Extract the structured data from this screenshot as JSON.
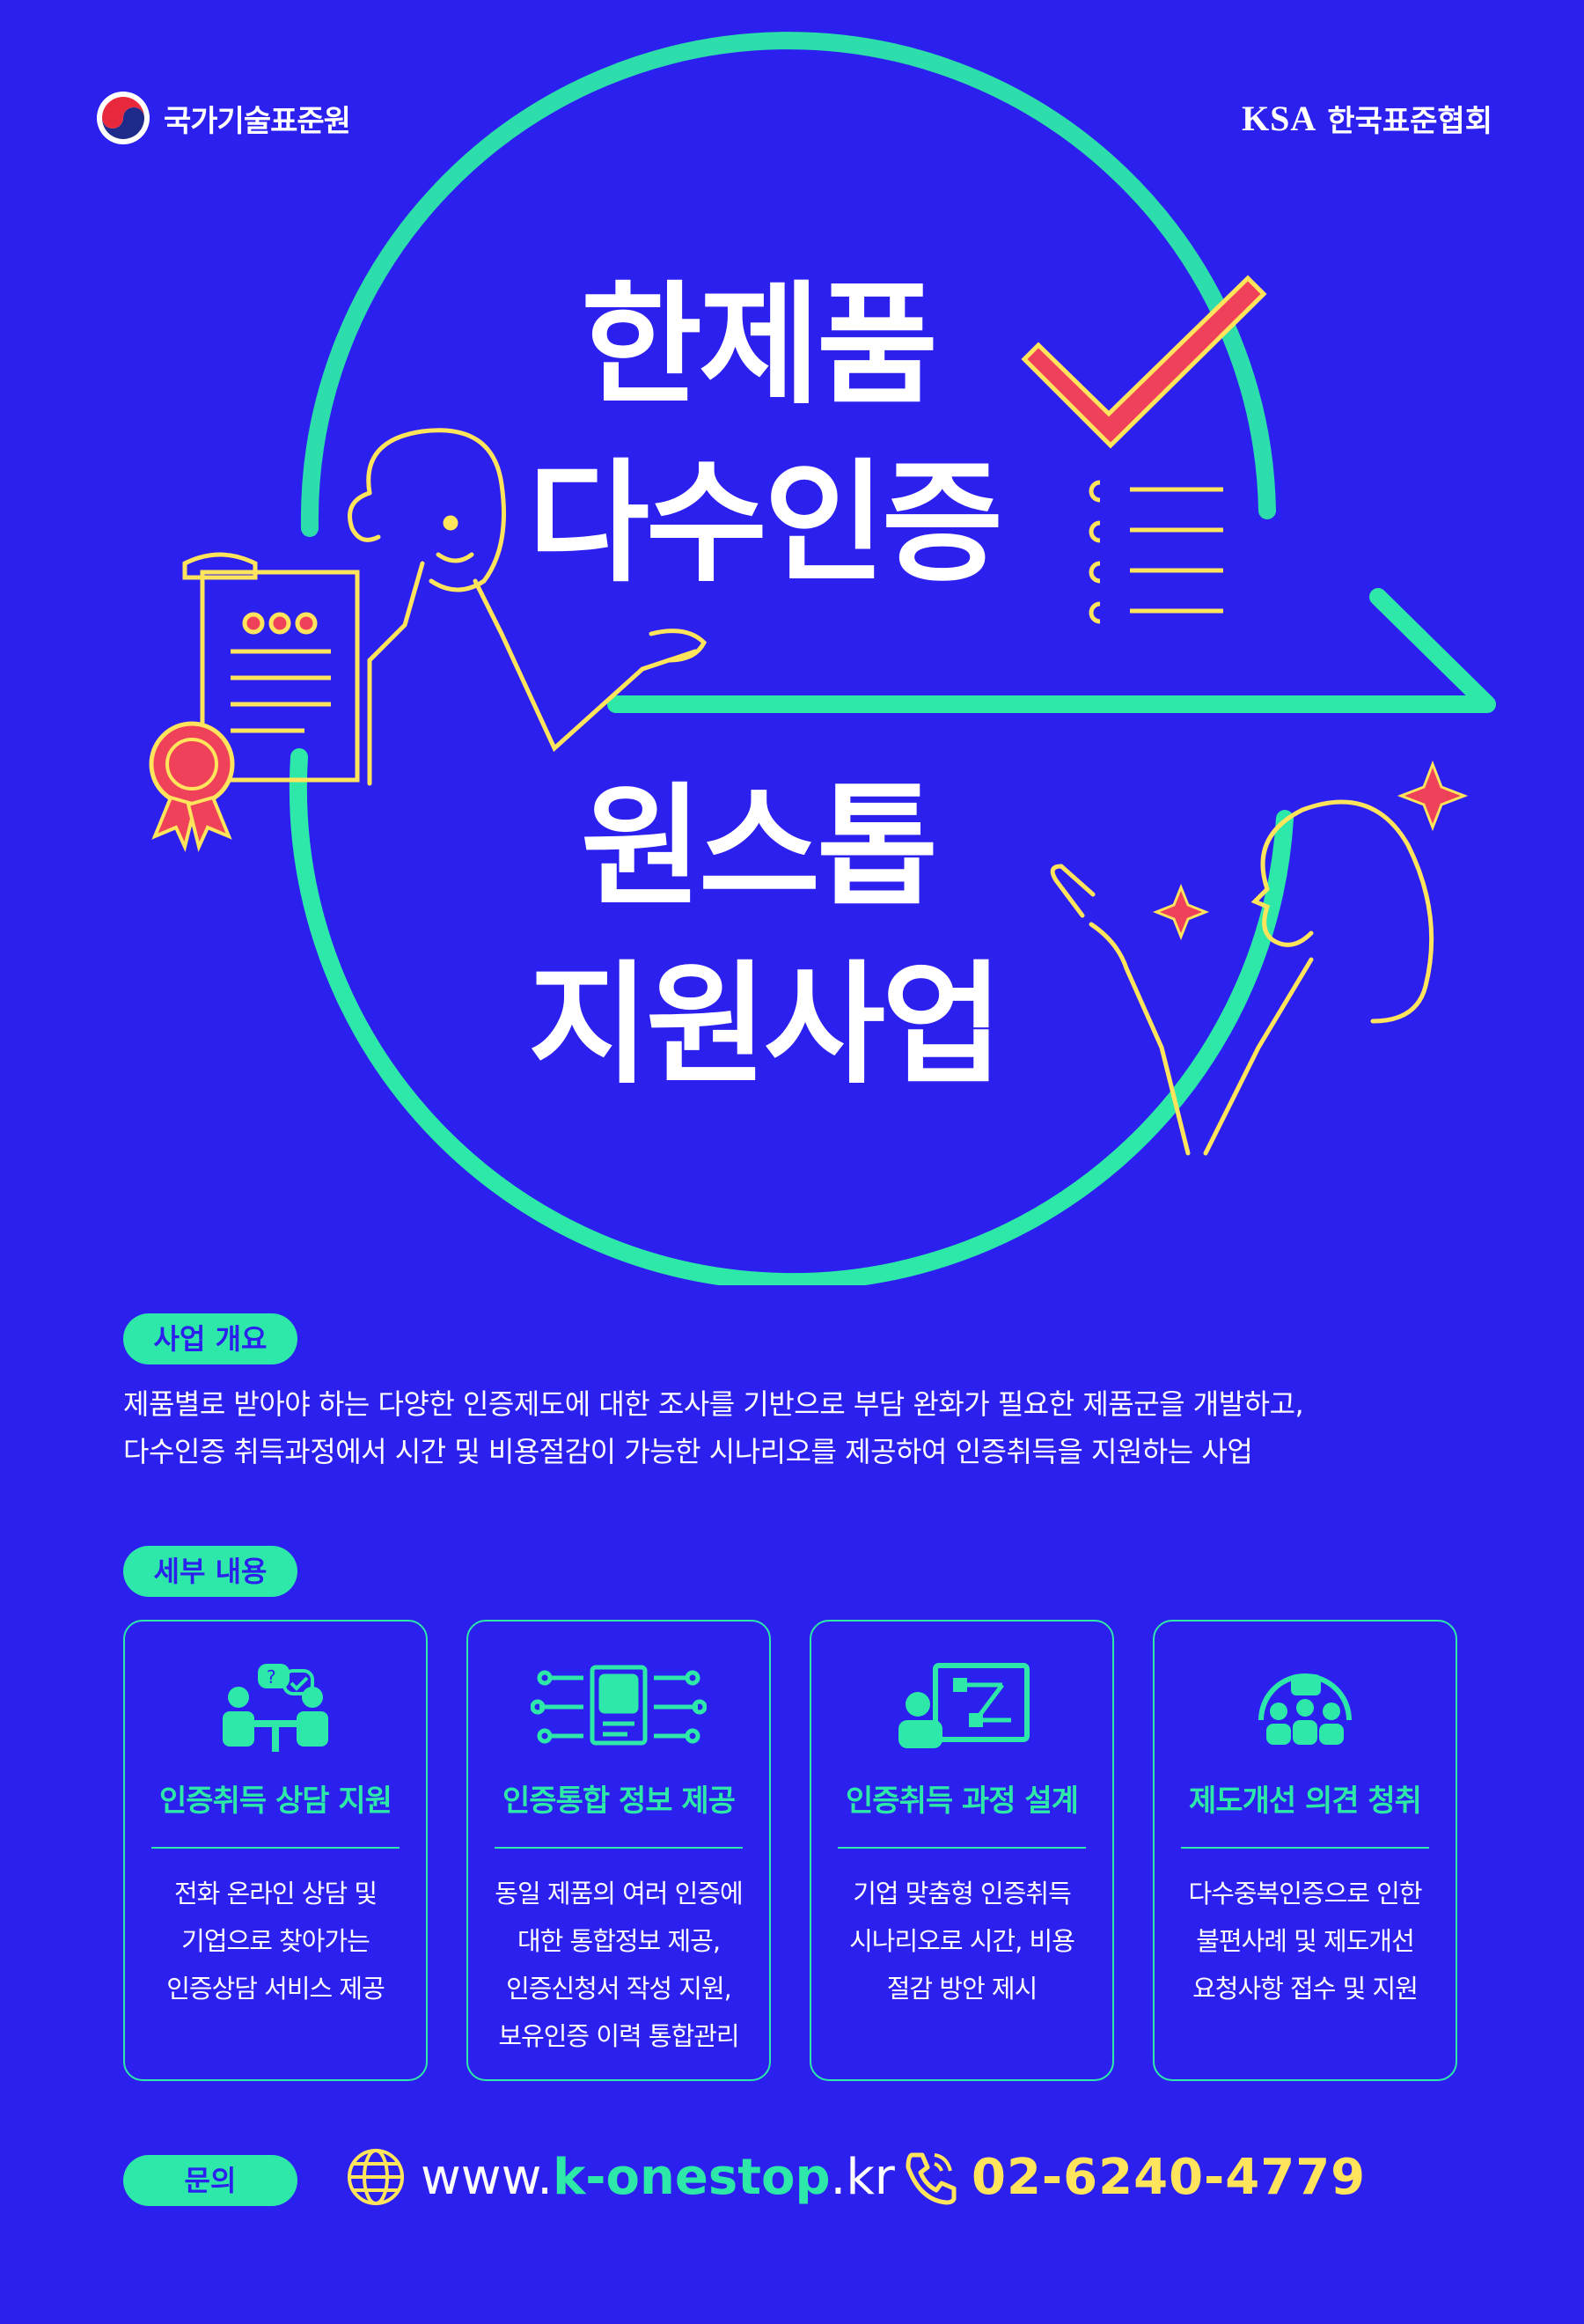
{
  "header": {
    "org_left": "국가기술표준원",
    "org_right_abbr": "KSA",
    "org_right_name": "한국표준협회"
  },
  "hero": {
    "line1": "한제품",
    "line2": "다수인증",
    "line3": "원스톱",
    "line4": "지원사업"
  },
  "overview": {
    "label": "사업 개요",
    "line1": "제품별로 받아야 하는 다양한 인증제도에 대한 조사를 기반으로 부담 완화가 필요한 제품군을 개발하고,",
    "line2": "다수인증 취득과정에서 시간 및 비용절감이 가능한 시나리오를 제공하여 인증취득을 지원하는 사업"
  },
  "details": {
    "label": "세부 내용",
    "cards": [
      {
        "title": "인증취득 상담 지원",
        "lines": [
          "전화 온라인 상담 및",
          "기업으로 찾아가는",
          "인증상담 서비스 제공"
        ],
        "icon": "consulting-people-icon"
      },
      {
        "title": "인증통합 정보 제공",
        "lines": [
          "동일 제품의 여러 인증에",
          "대한 통합정보 제공,",
          "인증신청서 작성 지원,",
          "보유인증 이력 통합관리"
        ],
        "icon": "integrated-document-icon"
      },
      {
        "title": "인증취득 과정 설계",
        "lines": [
          "기업 맞춤형 인증취득",
          "시나리오로 시간, 비용",
          "절감 방안 제시"
        ],
        "icon": "presentation-flow-icon"
      },
      {
        "title": "제도개선 의견 청취",
        "lines": [
          "다수중복인증으로 인한",
          "불편사례 및 제도개선",
          "요청사항 접수 및 지원"
        ],
        "icon": "group-feedback-icon"
      }
    ]
  },
  "contact": {
    "label": "문의",
    "web_prefix": "www.",
    "web_main": "k-onestop",
    "web_suffix": ".kr",
    "phone": "02-6240-4779"
  },
  "colors": {
    "background": "#2c20ef",
    "accent_green": "#2de8a8",
    "accent_yellow": "#ffe45c",
    "accent_red": "#f0415a"
  }
}
